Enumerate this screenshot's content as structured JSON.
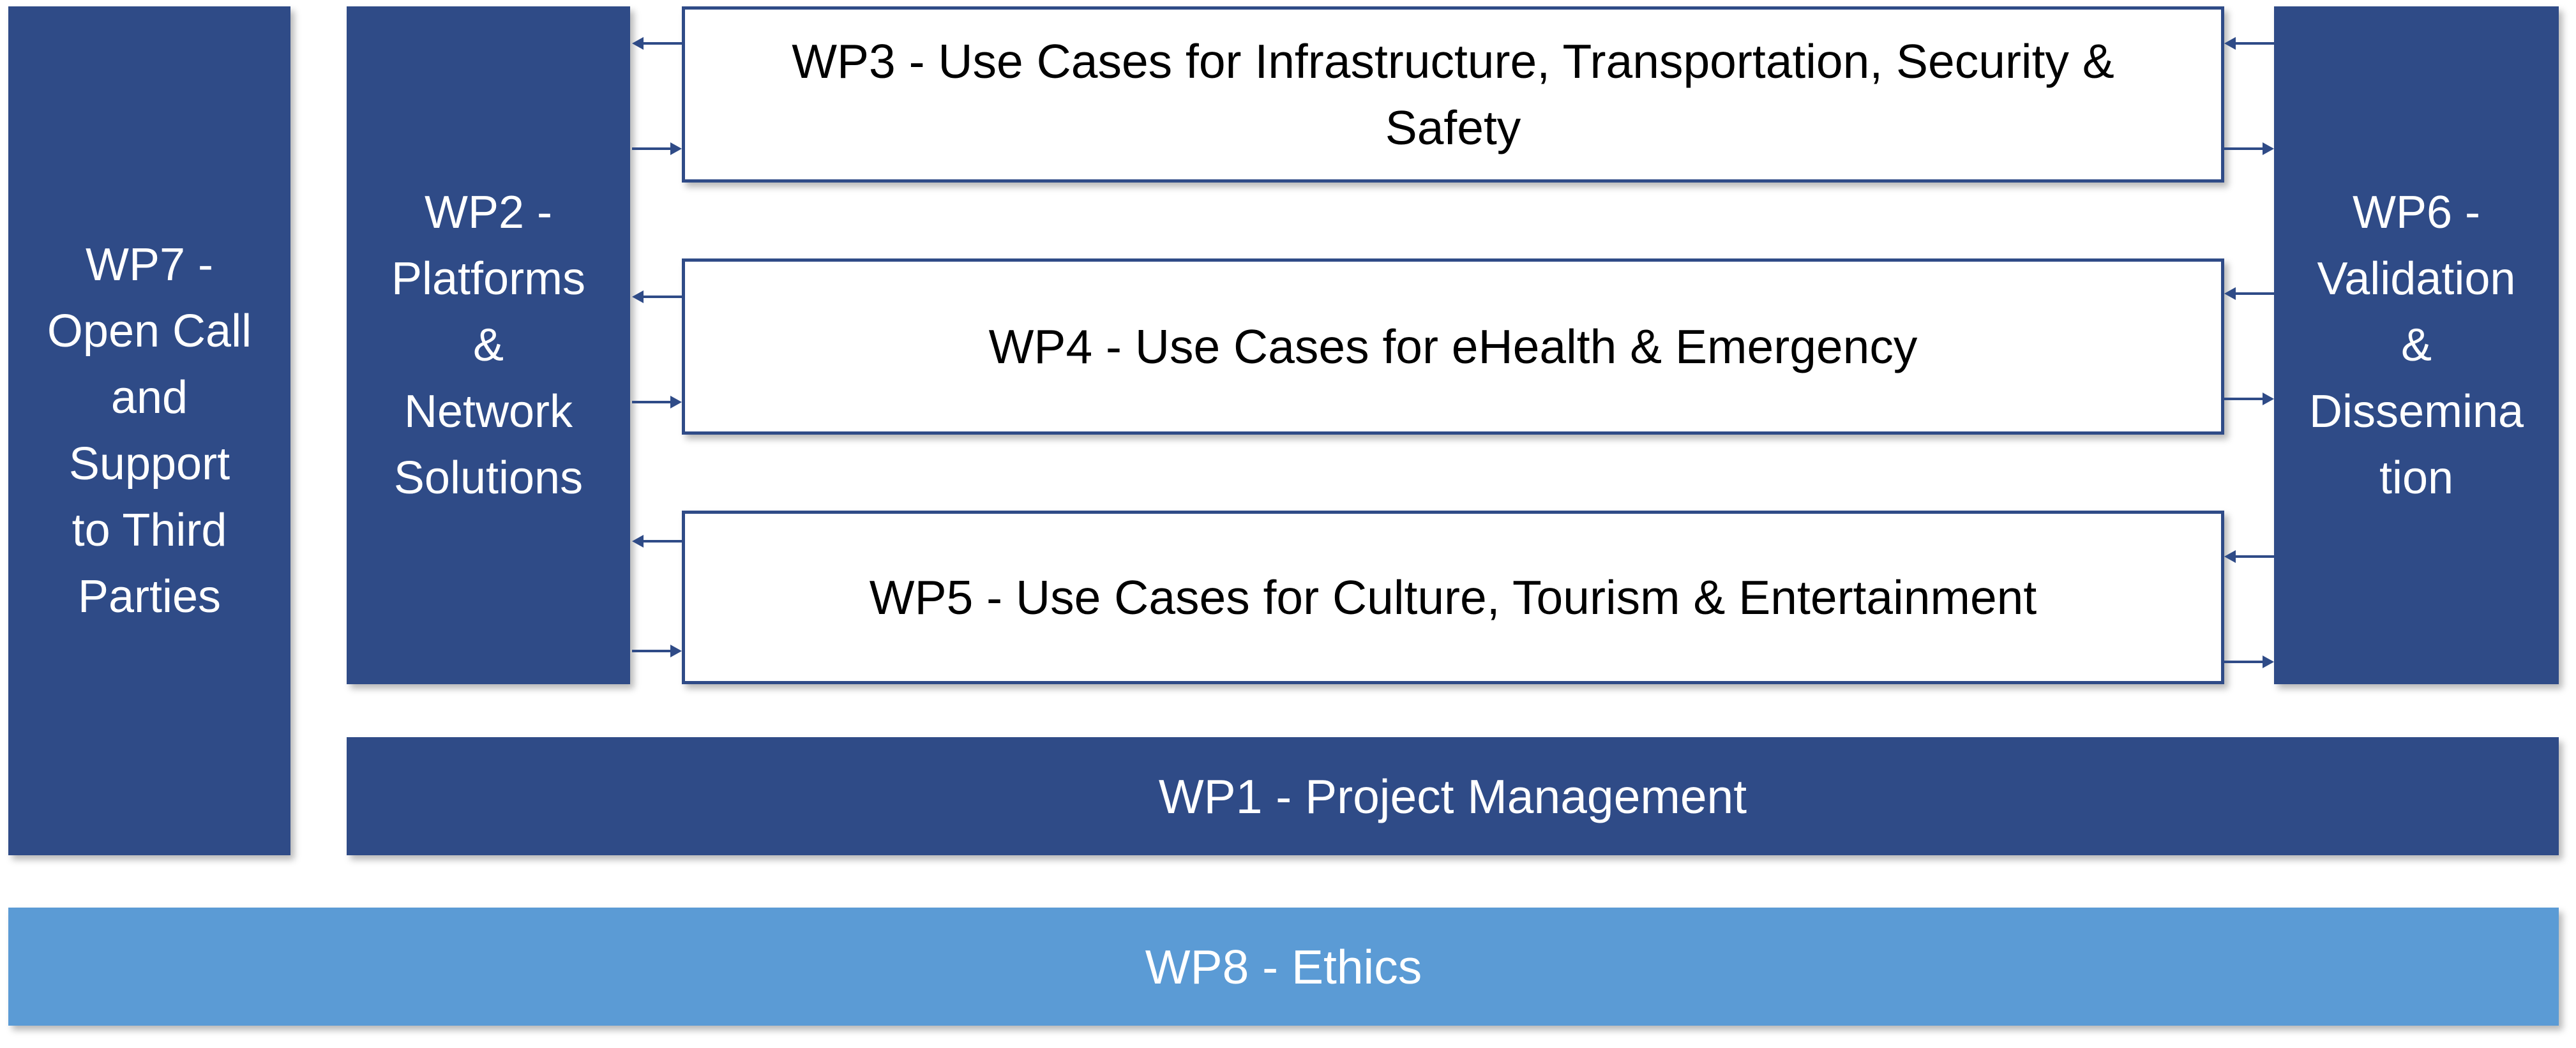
{
  "diagram": {
    "wp7": {
      "label": "WP7 -\nOpen Call\nand\nSupport\nto Third\nParties"
    },
    "wp2": {
      "label": "WP2 -\nPlatforms\n&\nNetwork\nSolutions"
    },
    "wp3": {
      "label": "WP3 - Use Cases for Infrastructure, Transportation, Security &\nSafety"
    },
    "wp4": {
      "label": "WP4 - Use Cases for eHealth & Emergency"
    },
    "wp5": {
      "label": "WP5 - Use Cases for Culture, Tourism & Entertainment"
    },
    "wp6": {
      "label": "WP6 -\nValidation\n&\nDissemina\ntion"
    },
    "wp1": {
      "label": "WP1 - Project Management"
    },
    "wp8": {
      "label": "WP8 - Ethics"
    }
  },
  "colors": {
    "dark_blue": "#2f4b87",
    "light_blue": "#5b9bd5",
    "white": "#ffffff",
    "text_dark": "#000000"
  },
  "connectors": {
    "style": "bidirectional-arrows",
    "pairs": [
      "WP2-WP3",
      "WP2-WP4",
      "WP2-WP5",
      "WP3-WP6",
      "WP4-WP6",
      "WP5-WP6"
    ]
  }
}
